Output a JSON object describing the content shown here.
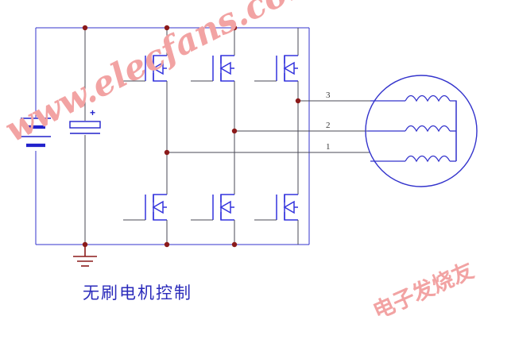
{
  "diagram": {
    "title": "无刷电机控制",
    "kind": "three-phase-bldc-inverter-schematic",
    "colors": {
      "wire_blue": "#3333cc",
      "wire_dark": "#4a4a55",
      "junction_red": "#8b1a1a",
      "caption_blue": "#2b2bbb",
      "watermark_pink": "#f2a3a3"
    }
  },
  "watermarks": {
    "url": "www.elecfans.com",
    "brand": "电子发烧友"
  },
  "power": {
    "battery_name": "battery",
    "capacitor_name": "bulk-capacitor",
    "capacitor_polarity_label": "+",
    "ground_name": "ground-symbol"
  },
  "bridge": {
    "legs": [
      {
        "id": "leg-1",
        "high_side": "mosfet-q1-high",
        "low_side": "mosfet-q4-low",
        "phase_output": "1"
      },
      {
        "id": "leg-2",
        "high_side": "mosfet-q2-high",
        "low_side": "mosfet-q5-low",
        "phase_output": "2"
      },
      {
        "id": "leg-3",
        "high_side": "mosfet-q3-high",
        "low_side": "mosfet-q6-low",
        "phase_output": "3"
      }
    ]
  },
  "phase_labels": [
    {
      "text": "3",
      "for": "phase-3-wire"
    },
    {
      "text": "2",
      "for": "phase-2-wire"
    },
    {
      "text": "1",
      "for": "phase-1-wire"
    }
  ],
  "motor": {
    "name": "bldc-motor",
    "winding_count": 3,
    "windings": [
      {
        "phase": "3"
      },
      {
        "phase": "2"
      },
      {
        "phase": "1"
      }
    ]
  }
}
